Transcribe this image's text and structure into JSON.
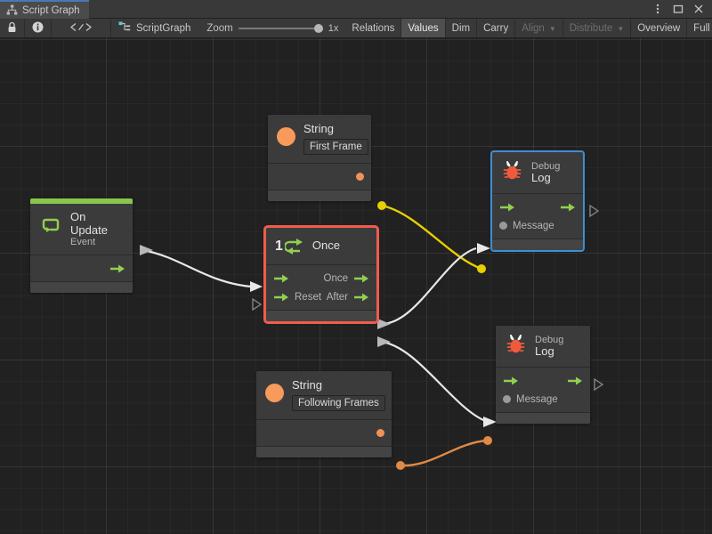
{
  "window": {
    "tab_label": "Script Graph",
    "tab_icon": "script-graph-icon",
    "controls": [
      {
        "name": "more-options-icon",
        "glyph": "kebab"
      },
      {
        "name": "maximize-icon",
        "glyph": "square"
      },
      {
        "name": "close-icon",
        "glyph": "cross"
      }
    ]
  },
  "toolbar": {
    "lock_icon": "lock-icon",
    "info_icon": "info-icon",
    "code_icon": "angle-brackets-icon",
    "graph_icon": "scriptgraph-node-icon",
    "graph_name": "ScriptGraph",
    "zoom_label": "Zoom",
    "zoom_value": "1x",
    "zoom_slider_pct": 100,
    "buttons": [
      {
        "label": "Relations",
        "active": false,
        "disabled": false,
        "dropdown": false
      },
      {
        "label": "Values",
        "active": true,
        "disabled": false,
        "dropdown": false
      },
      {
        "label": "Dim",
        "active": false,
        "disabled": false,
        "dropdown": false
      },
      {
        "label": "Carry",
        "active": false,
        "disabled": false,
        "dropdown": false
      },
      {
        "label": "Align",
        "active": false,
        "disabled": true,
        "dropdown": true
      },
      {
        "label": "Distribute",
        "active": false,
        "disabled": true,
        "dropdown": true
      },
      {
        "label": "Overview",
        "active": false,
        "disabled": false,
        "dropdown": false
      },
      {
        "label": "Full Screen",
        "active": false,
        "disabled": false,
        "dropdown": false
      }
    ]
  },
  "colors": {
    "canvas_bg": "#212121",
    "node_bg": "#3b3b3b",
    "event_accent": "#89c64b",
    "flow_green": "#8fd14f",
    "string_orange": "#f79a5b",
    "debug_red": "#f05a3c",
    "selection_red": "#ef5c4e",
    "selection_blue": "#3e8fd0",
    "edge_white": "#e8e8e8",
    "edge_yellow": "#e8d000",
    "edge_orange": "#e08a46",
    "toolbar_bg": "#393939",
    "tab_active_line": "#4a77b5"
  },
  "nodes": {
    "on_update": {
      "title_main": "On Update",
      "title_sub": "Event",
      "icon": "on-update-event-icon",
      "accent": "#89c64b",
      "selected": false,
      "output_flow_label": ""
    },
    "string_first": {
      "title": "String",
      "icon": "string-value-icon",
      "value": "First Frame",
      "selected": false
    },
    "string_following": {
      "title": "String",
      "icon": "string-value-icon",
      "value": "Following Frames",
      "selected": false
    },
    "once": {
      "title": "Once",
      "icon": "once-loop-icon",
      "badge": "1",
      "selected": true,
      "selection_color": "#ef5c4e",
      "inputs": [
        {
          "label": "",
          "kind": "flow"
        },
        {
          "label": "Reset",
          "kind": "flow"
        }
      ],
      "outputs": [
        {
          "label": "Once",
          "kind": "flow"
        },
        {
          "label": "After",
          "kind": "flow"
        }
      ]
    },
    "debug_log_top": {
      "title_main": "Log",
      "title_sub": "Debug",
      "icon": "debug-bug-icon",
      "selected": true,
      "selection_color": "#3e8fd0",
      "input_value_label": "Message"
    },
    "debug_log_bottom": {
      "title_main": "Log",
      "title_sub": "Debug",
      "icon": "debug-bug-icon",
      "selected": false,
      "input_value_label": "Message"
    }
  },
  "edges": [
    {
      "name": "on-update-to-once",
      "from": "on_update.flow_out",
      "to": "once.flow_in",
      "color": "#e8e8e8",
      "kind": "flow"
    },
    {
      "name": "string-first-to-debug-top-message",
      "from": "string_first.value_out",
      "to": "debug_log_top.message_in",
      "color": "#e8d000",
      "kind": "value"
    },
    {
      "name": "once-once-to-debug-top-flow",
      "from": "once.once_out",
      "to": "debug_log_top.flow_in",
      "color": "#e8e8e8",
      "kind": "flow"
    },
    {
      "name": "once-after-to-debug-bottom-flow",
      "from": "once.after_out",
      "to": "debug_log_bottom.flow_in",
      "color": "#e8e8e8",
      "kind": "flow"
    },
    {
      "name": "string-following-to-debug-bottom-message",
      "from": "string_following.value_out",
      "to": "debug_log_bottom.message_in",
      "color": "#e08a46",
      "kind": "value"
    }
  ]
}
